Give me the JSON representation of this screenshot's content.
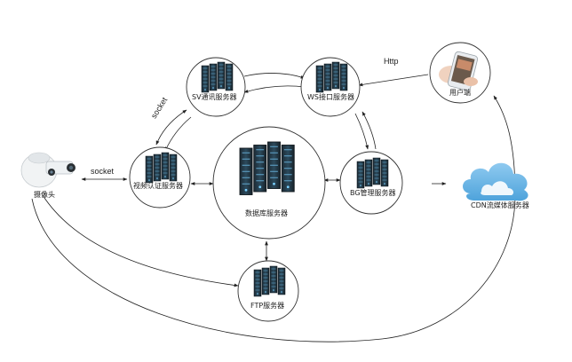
{
  "nodes": {
    "camera": {
      "label": "摄像头",
      "icon": "camera-icon"
    },
    "video_auth": {
      "label": "视频认证服务器",
      "icon": "server-rack-icon"
    },
    "sv": {
      "label": "SV通讯服务器",
      "icon": "server-rack-icon"
    },
    "ws": {
      "label": "WS接口服务器",
      "icon": "server-rack-icon"
    },
    "user": {
      "label": "用户端",
      "icon": "smartphone-icon"
    },
    "database": {
      "label": "数据库服务器",
      "icon": "server-rack-icon"
    },
    "bg": {
      "label": "BG管理服务器",
      "icon": "server-rack-icon"
    },
    "cdn": {
      "label": "CDN流媒体服务器",
      "icon": "cloud-icon"
    },
    "ftp": {
      "label": "FTP服务器",
      "icon": "server-rack-icon"
    }
  },
  "edges": {
    "socket_horizontal": "socket",
    "socket_diagonal": "socket",
    "http": "Http"
  },
  "colors": {
    "line": "#222222",
    "circle": "#333333",
    "server_dark": "#1f2f3a",
    "server_light": "#3a6a86",
    "cloud": "#6fb7e6"
  }
}
